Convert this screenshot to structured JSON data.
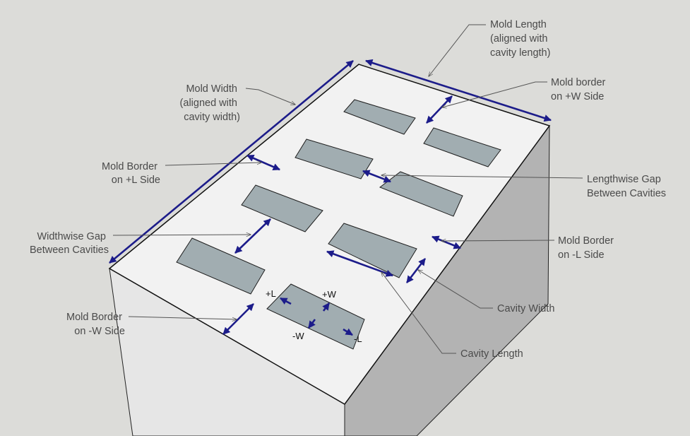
{
  "labels": {
    "mold_length": [
      "Mold Length",
      "(aligned with",
      "cavity length)"
    ],
    "mold_width": [
      "Mold Width",
      "(aligned with",
      "cavity width)"
    ],
    "mold_border_pos_w": [
      "Mold border",
      "on +W Side"
    ],
    "mold_border_pos_l": [
      "Mold Border",
      "on +L Side"
    ],
    "lengthwise_gap": [
      "Lengthwise Gap",
      "Between Cavities"
    ],
    "widthwise_gap": [
      "Widthwise Gap",
      "Between Cavities"
    ],
    "mold_border_neg_l": [
      "Mold Border",
      "on -L Side"
    ],
    "cavity_width": [
      "Cavity Width"
    ],
    "cavity_length": [
      "Cavity Length"
    ],
    "mold_border_neg_w": [
      "Mold Border",
      "on -W Side"
    ]
  },
  "cavity_direction_labels": {
    "pos_l": "+L",
    "pos_w": "+W",
    "neg_w": "-W",
    "neg_l": "-L"
  },
  "colors": {
    "arrow": "#1c1c8a",
    "cavity": "#a1adb1",
    "top_face": "#f2f2f2",
    "right_face": "#b3b3b3",
    "left_face": "#e6e6e6"
  }
}
